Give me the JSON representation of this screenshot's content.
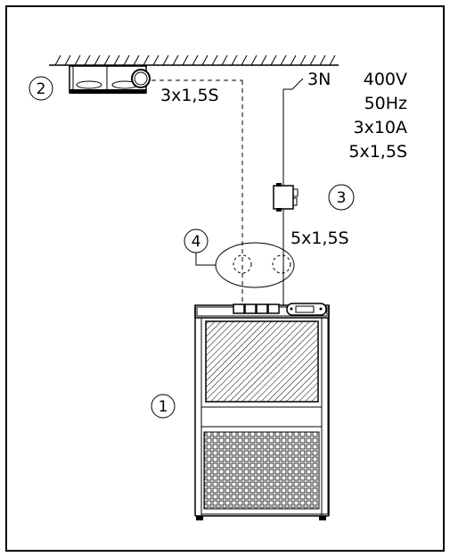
{
  "labels": {
    "outdoor_cable": "3x1,5S",
    "supply_phases": "3N",
    "supply_voltage": "400V",
    "supply_freq": "50Hz",
    "supply_fuse": "3x10A",
    "supply_cable": "5x1,5S",
    "unit_cable": "5x1,5S"
  },
  "callouts": {
    "unit": "1",
    "outdoor_fan": "2",
    "isolator": "3",
    "wall_passage": "4"
  }
}
